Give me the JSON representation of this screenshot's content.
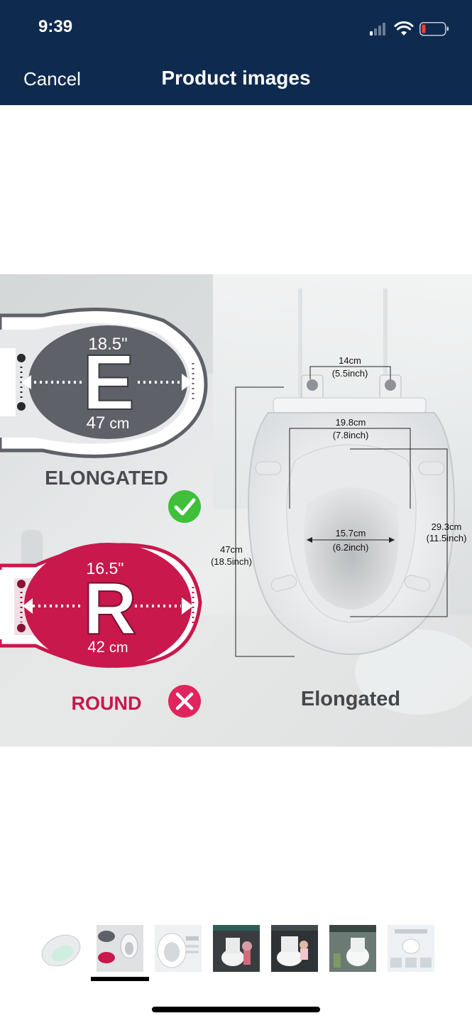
{
  "status_bar": {
    "time": "9:39",
    "icons": [
      "cellular-signal-icon",
      "wifi-icon",
      "battery-low-icon"
    ]
  },
  "nav": {
    "cancel_label": "Cancel",
    "title": "Product images"
  },
  "hero_image": {
    "elongated": {
      "letter": "E",
      "width_in": "18.5\"",
      "width_cm_value": "47",
      "width_cm_unit": "cm",
      "label": "ELONGATED",
      "status_icon": "check-circle-icon"
    },
    "round": {
      "letter": "R",
      "width_in": "16.5\"",
      "width_cm_value": "42",
      "width_cm_unit": "cm",
      "label": "ROUND",
      "status_icon": "x-circle-icon"
    },
    "diagram": {
      "hinge_distance_cm": "14cm",
      "hinge_distance_in": "(5.5inch)",
      "seat_width_cm": "19.8cm",
      "seat_width_in": "(7.8inch)",
      "opening_width_cm": "15.7cm",
      "opening_width_in": "(6.2inch)",
      "total_length_cm": "47cm",
      "total_length_in": "(18.5inch)",
      "seat_length_cm": "29.3cm",
      "seat_length_in": "(11.5inch)",
      "caption": "Elongated"
    },
    "colors": {
      "elongated_gray": "#5f6169",
      "round_red": "#c8184c",
      "check_green": "#3fbf3a"
    }
  },
  "thumbnails": {
    "count": 7,
    "selected_index": 1
  }
}
